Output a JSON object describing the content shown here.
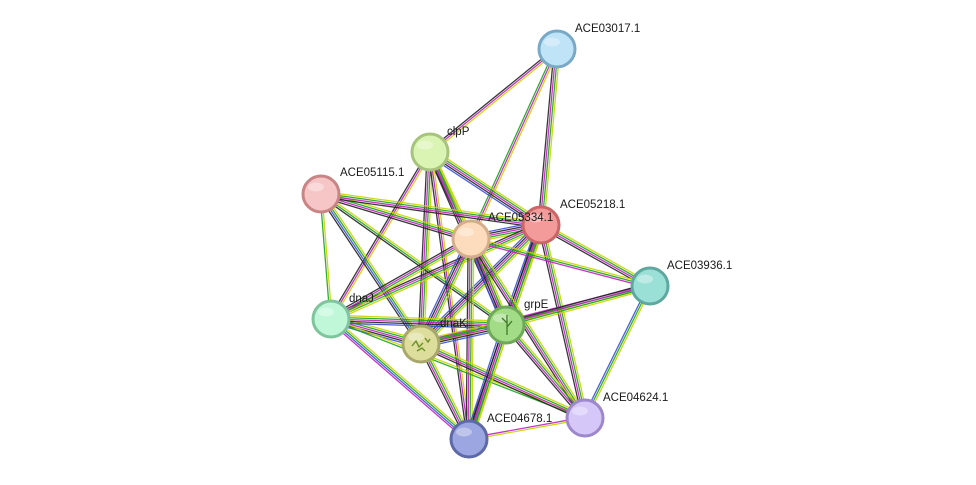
{
  "network": {
    "nodes": [
      {
        "id": "ACE03017.1",
        "label": "ACE03017.1",
        "fill": "#bfe3f7",
        "stroke": "#78a9c6"
      },
      {
        "id": "clpP",
        "label": "clpP",
        "fill": "#daf5b3",
        "stroke": "#a6c47c"
      },
      {
        "id": "ACE05115.1",
        "label": "ACE05115.1",
        "fill": "#f6c5c5",
        "stroke": "#c98585"
      },
      {
        "id": "ACE05218.1",
        "label": "ACE05218.1",
        "fill": "#f39a9a",
        "stroke": "#cc6666"
      },
      {
        "id": "ACE05334.1",
        "label": "ACE05334.1",
        "fill": "#fddcbd",
        "stroke": "#d2ae8c"
      },
      {
        "id": "ACE03936.1",
        "label": "ACE03936.1",
        "fill": "#9be0d7",
        "stroke": "#5fa89f"
      },
      {
        "id": "dnaJ",
        "label": "dnaJ",
        "fill": "#bff7d8",
        "stroke": "#80c49d"
      },
      {
        "id": "dnaK",
        "label": "dnaK",
        "fill": "#dede9c",
        "stroke": "#a8a86a"
      },
      {
        "id": "grpE",
        "label": "grpE",
        "fill": "#a3dc86",
        "stroke": "#6ea95a"
      },
      {
        "id": "ACE04624.1",
        "label": "ACE04624.1",
        "fill": "#d6c7f9",
        "stroke": "#9c88cb"
      },
      {
        "id": "ACE04678.1",
        "label": "ACE04678.1",
        "fill": "#9ca6e0",
        "stroke": "#5d69a8"
      }
    ],
    "edges": [
      {
        "source": "ACE03017.1",
        "target": "clpP",
        "evidence": [
          "yellow",
          "purple",
          "black"
        ]
      },
      {
        "source": "ACE03017.1",
        "target": "ACE05218.1",
        "evidence": [
          "yellow",
          "green",
          "purple",
          "black"
        ]
      },
      {
        "source": "ACE03017.1",
        "target": "ACE05334.1",
        "evidence": [
          "yellow",
          "purple",
          "green"
        ]
      },
      {
        "source": "clpP",
        "target": "ACE05218.1",
        "evidence": [
          "yellow",
          "green",
          "purple",
          "black",
          "blue"
        ]
      },
      {
        "source": "clpP",
        "target": "ACE05334.1",
        "evidence": [
          "yellow",
          "green",
          "purple",
          "black"
        ]
      },
      {
        "source": "clpP",
        "target": "dnaJ",
        "evidence": [
          "yellow",
          "purple",
          "black"
        ]
      },
      {
        "source": "clpP",
        "target": "dnaK",
        "evidence": [
          "yellow",
          "green",
          "purple",
          "black"
        ]
      },
      {
        "source": "clpP",
        "target": "grpE",
        "evidence": [
          "yellow",
          "green",
          "purple",
          "black"
        ]
      },
      {
        "source": "clpP",
        "target": "ACE04678.1",
        "evidence": [
          "yellow",
          "purple",
          "black"
        ]
      },
      {
        "source": "ACE05115.1",
        "target": "ACE05334.1",
        "evidence": [
          "yellow",
          "green",
          "purple",
          "black"
        ]
      },
      {
        "source": "ACE05115.1",
        "target": "ACE05218.1",
        "evidence": [
          "yellow",
          "green",
          "purple",
          "black"
        ]
      },
      {
        "source": "ACE05115.1",
        "target": "dnaJ",
        "evidence": [
          "yellow",
          "green"
        ]
      },
      {
        "source": "ACE05115.1",
        "target": "dnaK",
        "evidence": [
          "yellow",
          "green",
          "blue",
          "black"
        ]
      },
      {
        "source": "ACE05115.1",
        "target": "grpE",
        "evidence": [
          "yellow",
          "green",
          "black"
        ]
      },
      {
        "source": "ACE05218.1",
        "target": "ACE05334.1",
        "evidence": [
          "yellow",
          "green",
          "purple",
          "black",
          "blue"
        ]
      },
      {
        "source": "ACE05218.1",
        "target": "ACE03936.1",
        "evidence": [
          "yellow",
          "green",
          "purple",
          "black"
        ]
      },
      {
        "source": "ACE05218.1",
        "target": "dnaJ",
        "evidence": [
          "yellow",
          "green",
          "purple",
          "black"
        ]
      },
      {
        "source": "ACE05218.1",
        "target": "dnaK",
        "evidence": [
          "yellow",
          "green",
          "purple",
          "black",
          "blue"
        ]
      },
      {
        "source": "ACE05218.1",
        "target": "grpE",
        "evidence": [
          "yellow",
          "green",
          "purple",
          "black",
          "blue"
        ]
      },
      {
        "source": "ACE05218.1",
        "target": "ACE04624.1",
        "evidence": [
          "yellow",
          "green",
          "purple",
          "black"
        ]
      },
      {
        "source": "ACE05218.1",
        "target": "ACE04678.1",
        "evidence": [
          "yellow",
          "green",
          "purple",
          "black"
        ]
      },
      {
        "source": "ACE05334.1",
        "target": "ACE03936.1",
        "evidence": [
          "yellow",
          "green",
          "purple"
        ]
      },
      {
        "source": "ACE05334.1",
        "target": "dnaJ",
        "evidence": [
          "yellow",
          "green",
          "purple",
          "black"
        ]
      },
      {
        "source": "ACE05334.1",
        "target": "dnaK",
        "evidence": [
          "yellow",
          "green",
          "purple",
          "black",
          "blue"
        ]
      },
      {
        "source": "ACE05334.1",
        "target": "grpE",
        "evidence": [
          "yellow",
          "green",
          "purple",
          "black",
          "blue"
        ]
      },
      {
        "source": "ACE05334.1",
        "target": "ACE04624.1",
        "evidence": [
          "yellow",
          "green",
          "purple",
          "black"
        ]
      },
      {
        "source": "ACE05334.1",
        "target": "ACE04678.1",
        "evidence": [
          "yellow",
          "green",
          "purple",
          "black"
        ]
      },
      {
        "source": "ACE03936.1",
        "target": "dnaK",
        "evidence": [
          "yellow",
          "green",
          "purple"
        ]
      },
      {
        "source": "ACE03936.1",
        "target": "grpE",
        "evidence": [
          "yellow",
          "green",
          "purple",
          "black"
        ]
      },
      {
        "source": "ACE03936.1",
        "target": "ACE04624.1",
        "evidence": [
          "yellow",
          "green",
          "blue"
        ]
      },
      {
        "source": "dnaJ",
        "target": "dnaK",
        "evidence": [
          "yellow",
          "green",
          "purple",
          "black",
          "blue"
        ]
      },
      {
        "source": "dnaJ",
        "target": "grpE",
        "evidence": [
          "yellow",
          "green",
          "purple",
          "black",
          "blue"
        ]
      },
      {
        "source": "dnaJ",
        "target": "ACE04624.1",
        "evidence": [
          "yellow",
          "green"
        ]
      },
      {
        "source": "dnaJ",
        "target": "ACE04678.1",
        "evidence": [
          "yellow",
          "green",
          "blue",
          "purple"
        ]
      },
      {
        "source": "dnaK",
        "target": "grpE",
        "evidence": [
          "yellow",
          "green",
          "purple",
          "black",
          "blue"
        ]
      },
      {
        "source": "dnaK",
        "target": "ACE04624.1",
        "evidence": [
          "yellow",
          "green",
          "purple",
          "black"
        ]
      },
      {
        "source": "dnaK",
        "target": "ACE04678.1",
        "evidence": [
          "yellow",
          "green",
          "purple",
          "black"
        ]
      },
      {
        "source": "grpE",
        "target": "ACE04624.1",
        "evidence": [
          "yellow",
          "green",
          "purple",
          "black"
        ]
      },
      {
        "source": "grpE",
        "target": "ACE04678.1",
        "evidence": [
          "yellow",
          "green",
          "purple",
          "black",
          "blue"
        ]
      },
      {
        "source": "ACE04624.1",
        "target": "ACE04678.1",
        "evidence": [
          "yellow",
          "purple"
        ]
      }
    ],
    "evidence_colors": {
      "yellow": "#c8d400",
      "green": "#1aa51a",
      "purple": "#c020c0",
      "black": "#222222",
      "blue": "#3a4fd6"
    }
  }
}
